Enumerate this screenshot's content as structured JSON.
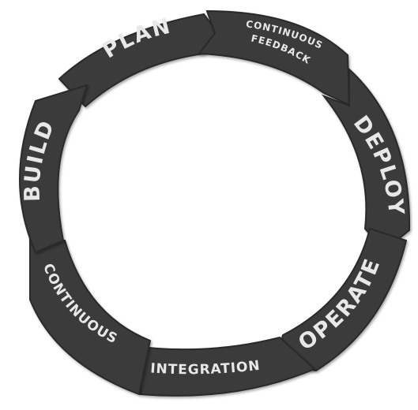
{
  "diagram": {
    "type": "cycle",
    "colors": {
      "segment_fill": "#3a3a3a",
      "segment_stroke": "#2a2a2a",
      "label_text": "#e8e8e8",
      "background": "#ffffff"
    },
    "stages": [
      {
        "id": "plan",
        "label": "PLAN"
      },
      {
        "id": "continuous-feedback",
        "label_line1": "CONTINUOUS",
        "label_line2": "FEEDBACK"
      },
      {
        "id": "deploy",
        "label": "DEPLOY"
      },
      {
        "id": "operate",
        "label": "OPERATE"
      },
      {
        "id": "integration",
        "label": "INTEGRATION"
      },
      {
        "id": "continuous",
        "label": "CONTINUOUS"
      },
      {
        "id": "build",
        "label": "BUILD"
      }
    ]
  }
}
